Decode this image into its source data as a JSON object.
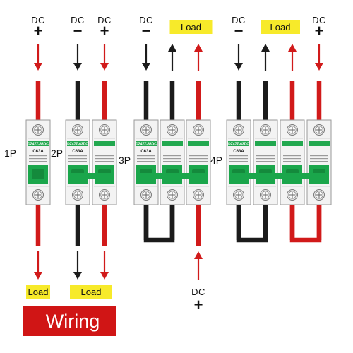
{
  "labels": {
    "dc": "DC",
    "plus": "+",
    "minus": "−",
    "load": "Load",
    "banner": "Wiring",
    "model": "DZ47Z-63DC",
    "rating": "C63A"
  },
  "groups": [
    {
      "pole_label": "1P",
      "top": [
        {
          "sign": "+",
          "dc": true,
          "load": false
        }
      ],
      "bottom": [
        {
          "load": true,
          "dc": false
        }
      ],
      "wires": [
        {
          "color": "red",
          "top_dir": "down",
          "bottom_dir": "down"
        }
      ],
      "top_load_box": false,
      "bottom_loops": []
    },
    {
      "pole_label": "2P",
      "top": [
        {
          "sign": "−",
          "dc": true
        },
        {
          "sign": "+",
          "dc": true
        }
      ],
      "bottom": [
        {
          "load": true
        }
      ],
      "wires": [
        {
          "color": "black",
          "top_dir": "down",
          "bottom_dir": "down"
        },
        {
          "color": "red",
          "top_dir": "down",
          "bottom_dir": "down"
        }
      ],
      "top_load_box": false,
      "bottom_loops": []
    },
    {
      "pole_label": "3P",
      "top": [
        {
          "sign": "−",
          "dc": true
        }
      ],
      "bottom": [
        {
          "sign": "+",
          "dc": true
        }
      ],
      "wires": [
        {
          "color": "black",
          "top_dir": "down",
          "bottom_dir": null
        },
        {
          "color": "black",
          "top_dir": "up",
          "bottom_dir": null
        },
        {
          "color": "red",
          "top_dir": "up",
          "bottom_dir": "up"
        }
      ],
      "top_load_box": true,
      "bottom_loops": [
        {
          "color": "black",
          "poles": [
            0,
            1
          ]
        }
      ]
    },
    {
      "pole_label": "4P",
      "top": [
        {
          "sign": "−",
          "dc": true
        },
        {
          "sign": "+",
          "dc": true
        }
      ],
      "bottom": [],
      "wires": [
        {
          "color": "black",
          "top_dir": "down",
          "bottom_dir": null
        },
        {
          "color": "black",
          "top_dir": "up",
          "bottom_dir": null
        },
        {
          "color": "red",
          "top_dir": "up",
          "bottom_dir": null
        },
        {
          "color": "red",
          "top_dir": "down",
          "bottom_dir": null
        }
      ],
      "top_load_box": true,
      "bottom_loops": [
        {
          "color": "black",
          "poles": [
            0,
            1
          ]
        },
        {
          "color": "red",
          "poles": [
            2,
            3
          ]
        }
      ]
    }
  ],
  "colors": {
    "red": "#d11a1a",
    "black": "#1b1b1b",
    "breaker_green": "#1aa64b",
    "label_green": "#22a84f",
    "load_yellow": "#f7ea2a",
    "banner_red": "#d01515",
    "body_white": "#f3f3f3",
    "body_stroke": "#9a9a9a"
  }
}
